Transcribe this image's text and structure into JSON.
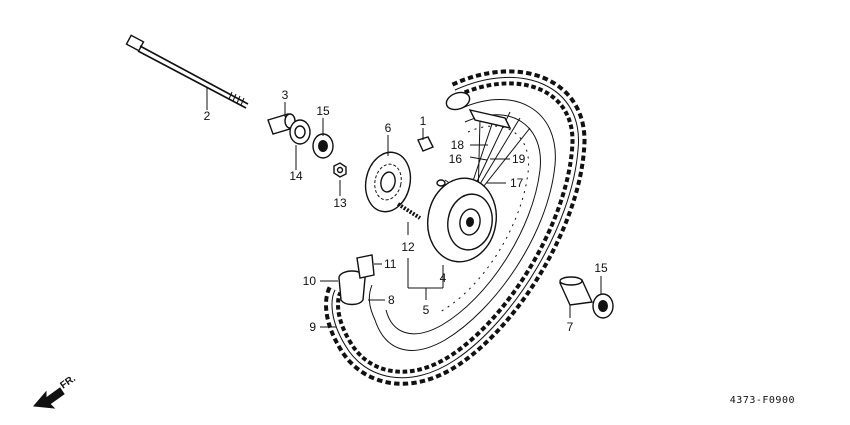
{
  "callouts": {
    "c1": "1",
    "c2": "2",
    "c3": "3",
    "c4": "4",
    "c5": "5",
    "c6": "6",
    "c7": "7",
    "c8": "8",
    "c9": "9",
    "c10": "10",
    "c11": "11",
    "c12": "12",
    "c13": "13",
    "c14": "14",
    "c15a": "15",
    "c15b": "15",
    "c16": "16",
    "c17": "17",
    "c18": "18",
    "c19": "19"
  },
  "direction_label": "FR.",
  "figure_code": "4373-F0900"
}
